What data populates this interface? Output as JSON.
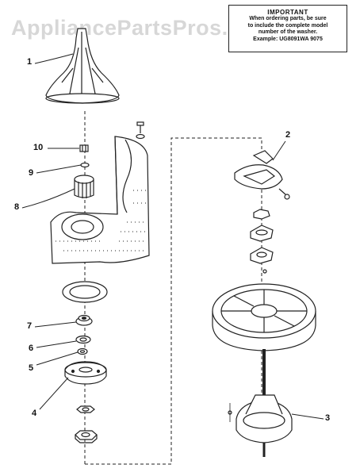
{
  "watermark": "AppliancePartsPros.com",
  "notice": {
    "title": "IMPORTANT",
    "lines": [
      "When ordering parts, be sure",
      "to include the complete model",
      "number of the washer.",
      "Example: UG8091WA 9075"
    ]
  },
  "callouts": [
    "1",
    "2",
    "3",
    "4",
    "5",
    "6",
    "7",
    "8",
    "9",
    "10"
  ]
}
